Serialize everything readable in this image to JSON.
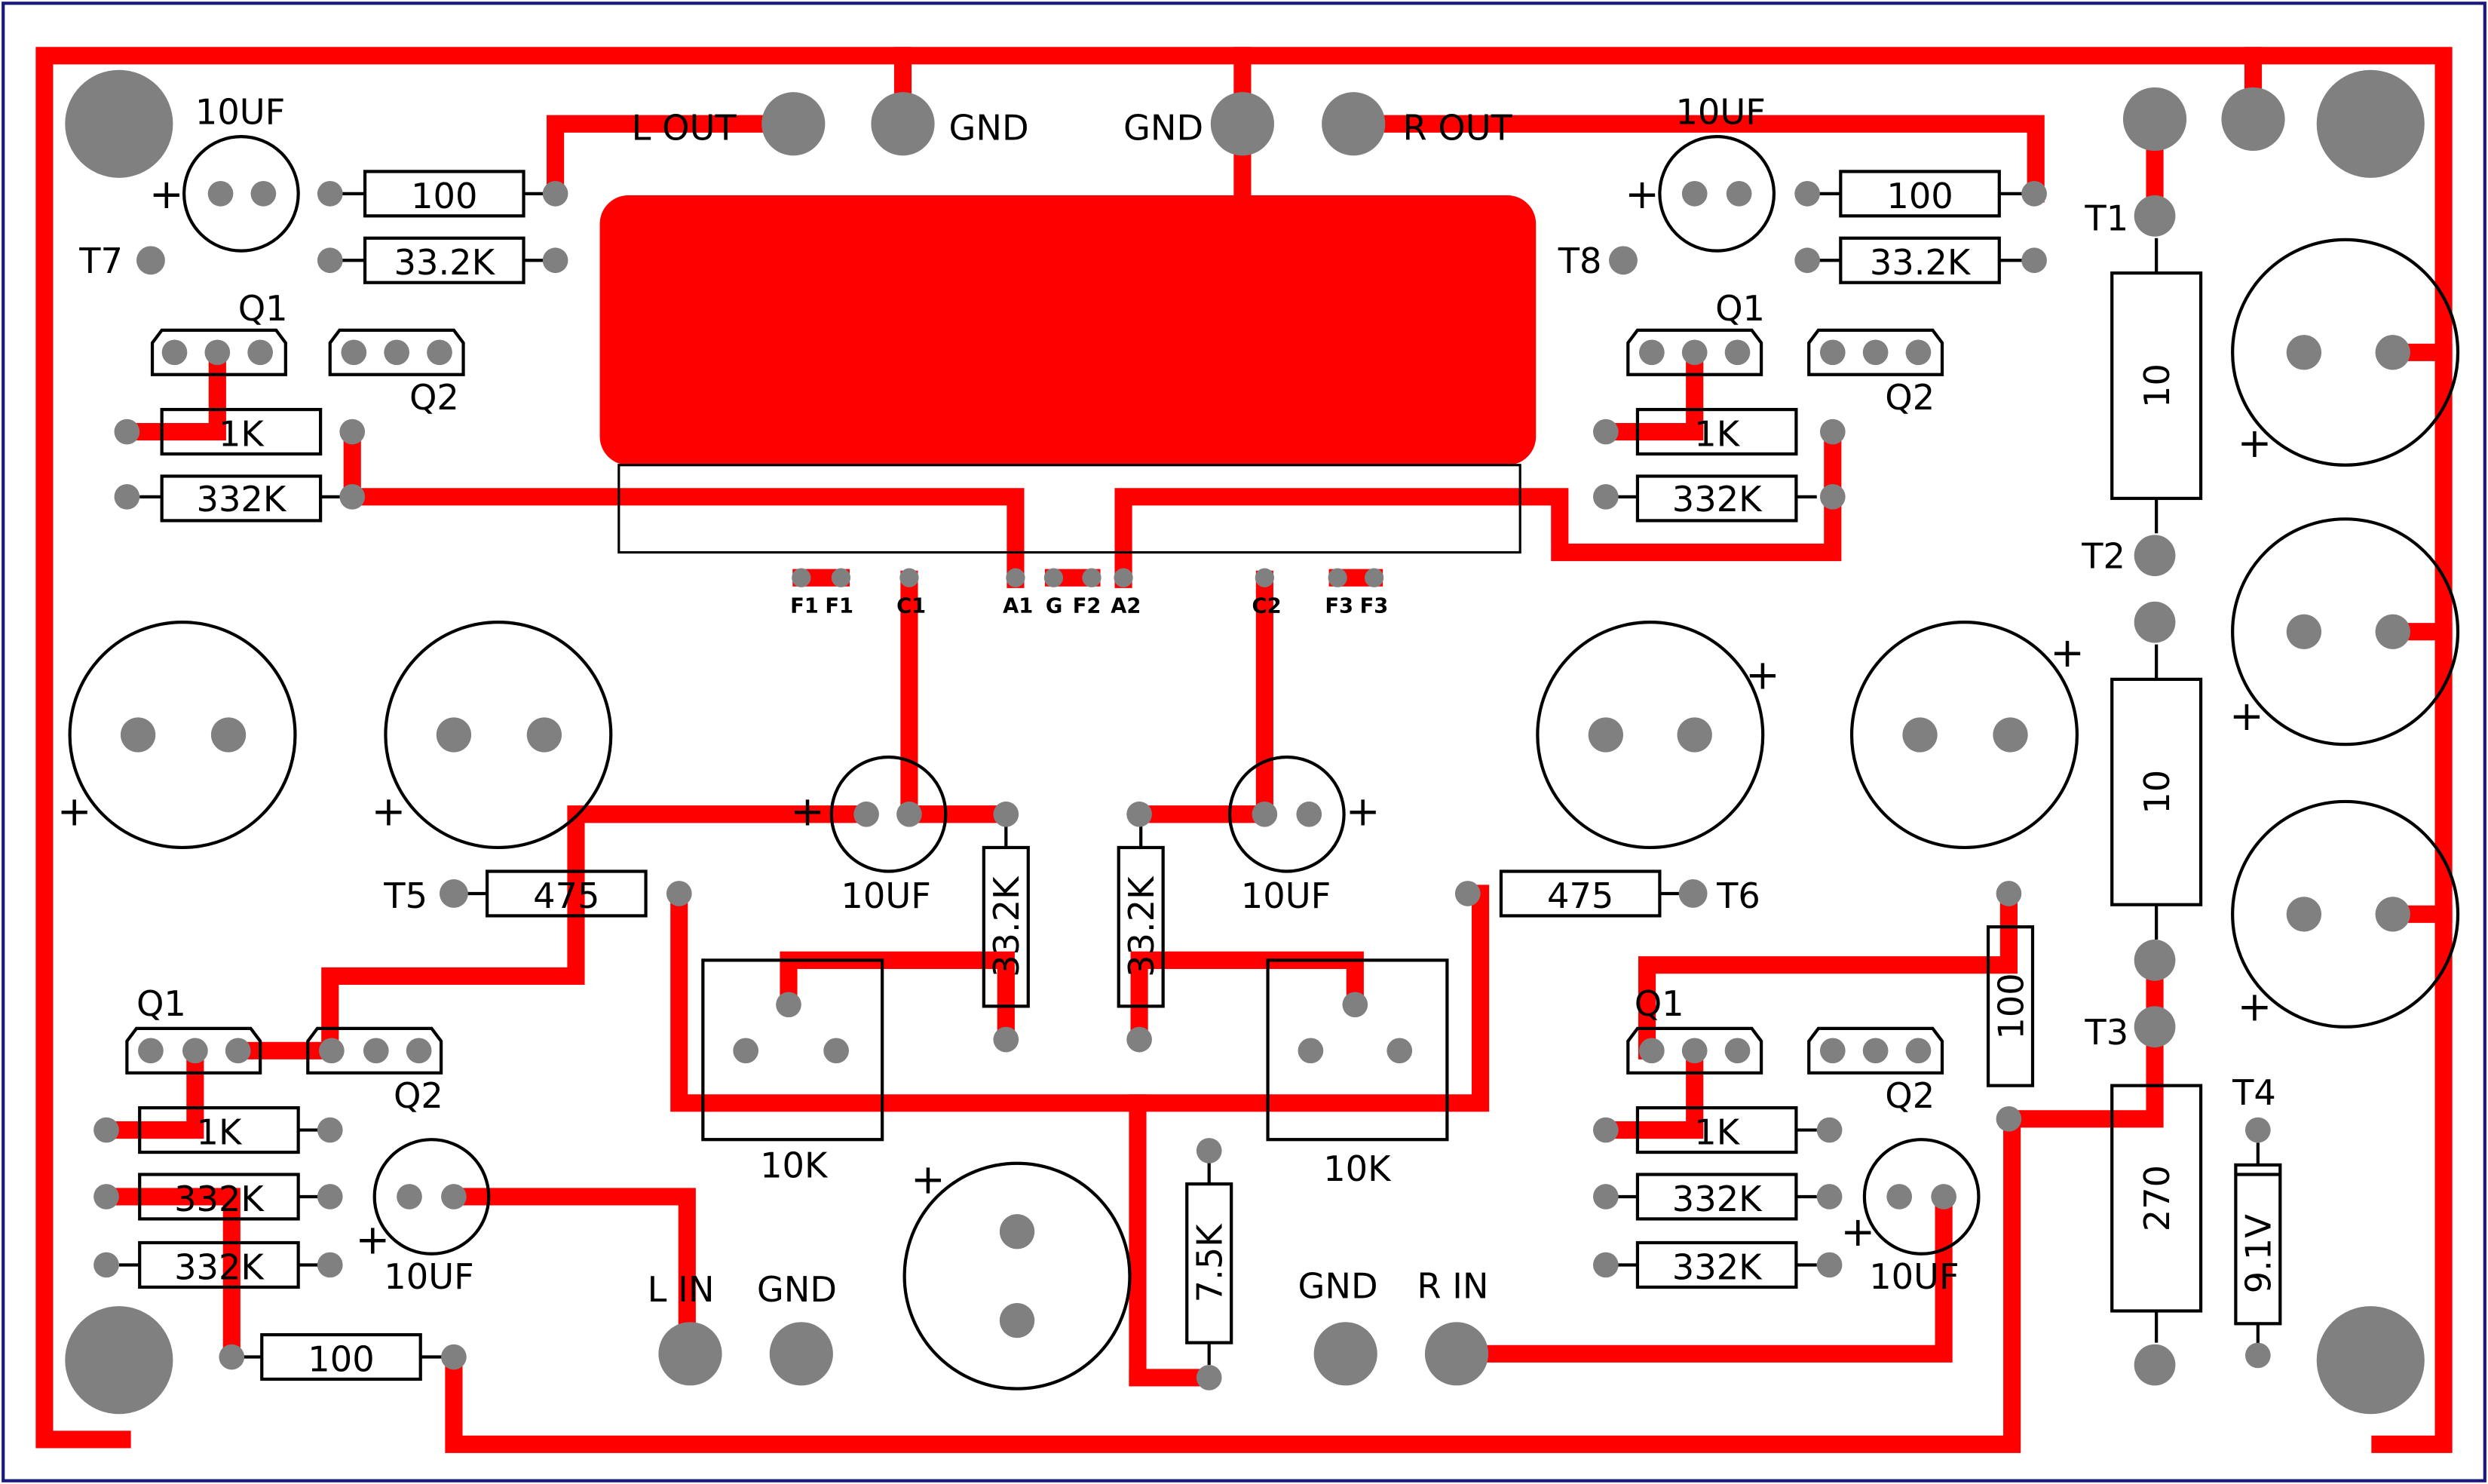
{
  "colors": {
    "trace": "#ff0000",
    "pad": "#808080",
    "outline": "#000000",
    "border": "#1a1a7a",
    "background": "#ffffff"
  },
  "labels": {
    "cap_top_left": "10UF",
    "cap_top_right": "10UF",
    "gnd_top_left": "GND",
    "gnd_top_center": "GND",
    "l_out": "L OUT",
    "r_out": "R OUT",
    "t1": "T1",
    "t2": "T2",
    "t3": "T3",
    "t4": "T4",
    "t5": "T5",
    "t6": "T6",
    "t7": "T7",
    "t8": "T8",
    "q1_tl": "Q1",
    "q2_tl": "Q2",
    "q1_tr": "Q1",
    "q2_tr": "Q2",
    "q1_bl": "Q1",
    "q2_bl": "Q2",
    "q1_br": "Q1",
    "q2_br": "Q2",
    "r100_tl": "100",
    "r100_tr": "100",
    "r100_bl": "100",
    "r33k_tl": "33.2K",
    "r33k_tr": "33.2K",
    "r1k_tl": "1K",
    "r1k_tr": "1K",
    "r1k_bl": "1K",
    "r1k_br": "1K",
    "r332k_tl": "332K",
    "r332k_tr": "332K",
    "r332k_bl1": "332K",
    "r332k_bl2": "332K",
    "r332k_br1": "332K",
    "r332k_br2": "332K",
    "r475_l": "475",
    "r475_r": "475",
    "cap_mid_l": "10UF",
    "cap_mid_r": "10UF",
    "cap_bot_l": "10UF",
    "cap_bot_r": "10UF",
    "r332_mid_l": "33.2K",
    "r332_mid_r": "33.2K",
    "pot_l": "10K",
    "pot_r": "10K",
    "r75k": "7.5K",
    "r10_1": "10",
    "r10_2": "10",
    "r270": "270",
    "r100_v": "100",
    "zener": "9.1V",
    "l_in": "L IN",
    "gnd_bot_l": "GND",
    "gnd_bot_r": "GND",
    "r_in": "R IN",
    "pin_f1a": "F1",
    "pin_f1b": "F1",
    "pin_a1": "A1",
    "pin_g": "G",
    "pin_f2": "F2",
    "pin_a2": "A2",
    "pin_f3a": "F3",
    "pin_f3b": "F3",
    "pin_c1": "C1",
    "pin_c2": "C2",
    "plus": "+"
  }
}
